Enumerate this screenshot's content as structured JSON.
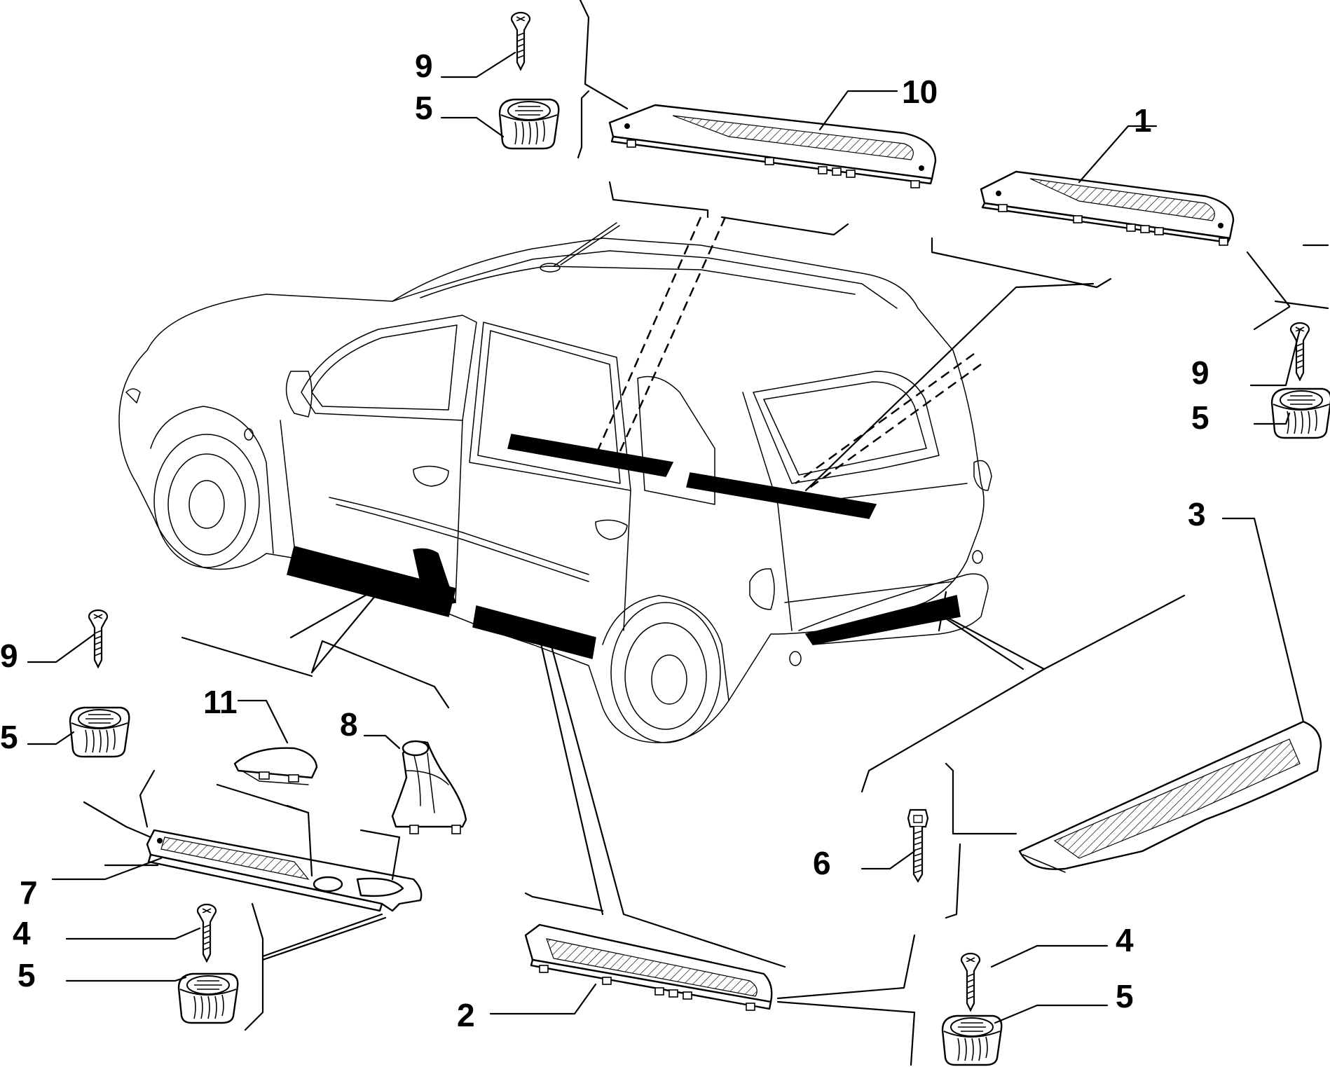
{
  "callouts": [
    {
      "id": "c1",
      "text": "1"
    },
    {
      "id": "c2",
      "text": "2"
    },
    {
      "id": "c3",
      "text": "3"
    },
    {
      "id": "c4a",
      "text": "4"
    },
    {
      "id": "c4b",
      "text": "4"
    },
    {
      "id": "c5a",
      "text": "5"
    },
    {
      "id": "c5b",
      "text": "5"
    },
    {
      "id": "c5c",
      "text": "5"
    },
    {
      "id": "c5d",
      "text": "5"
    },
    {
      "id": "c5e",
      "text": "5"
    },
    {
      "id": "c6",
      "text": "6"
    },
    {
      "id": "c7",
      "text": "7"
    },
    {
      "id": "c8",
      "text": "8"
    },
    {
      "id": "c9a",
      "text": "9"
    },
    {
      "id": "c9b",
      "text": "9"
    },
    {
      "id": "c9c",
      "text": "9"
    },
    {
      "id": "c10",
      "text": "10"
    },
    {
      "id": "c11",
      "text": "11"
    }
  ]
}
